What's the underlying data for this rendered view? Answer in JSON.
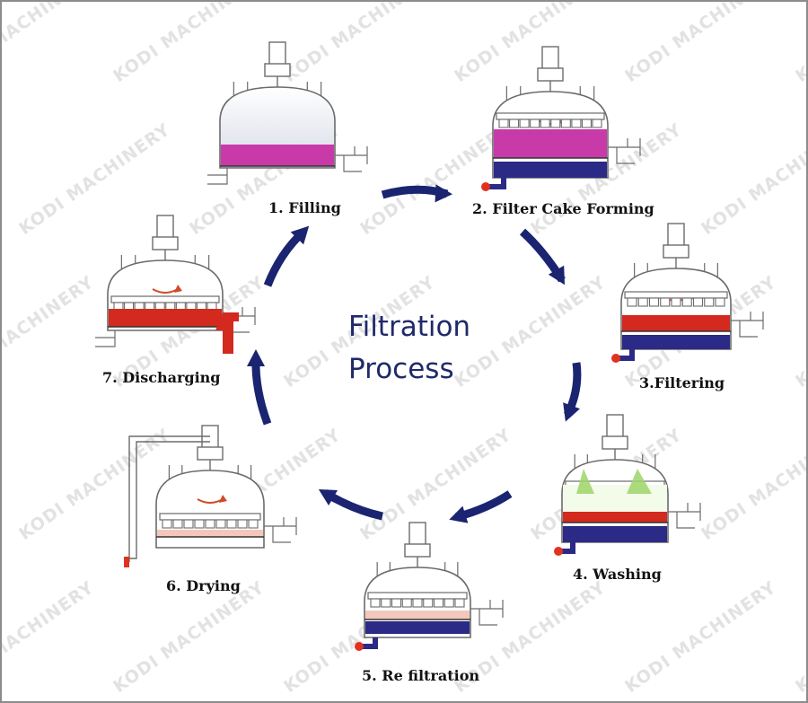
{
  "title": {
    "line1": "Filtration",
    "line2": "Process"
  },
  "watermark": "KODI MACHINERY",
  "steps": [
    {
      "label": "1. Filling"
    },
    {
      "label": "2. Filter Cake Forming"
    },
    {
      "label": "3.Filtering"
    },
    {
      "label": "4. Washing"
    },
    {
      "label": "5. Re filtration"
    },
    {
      "label": "6. Drying"
    },
    {
      "label": "7. Discharging"
    }
  ],
  "colors": {
    "arrow": "#1a2470",
    "title": "#1e2a6a",
    "vessel_outline": "#6b6b6b",
    "slurry_magenta": "#c93aa9",
    "cake_red": "#d3291e",
    "filtrate_navy": "#2b2a86",
    "spray_green": "#9ed36a",
    "dry_cake_pink": "#f4c7bc",
    "valve_red": "#e0321f"
  }
}
